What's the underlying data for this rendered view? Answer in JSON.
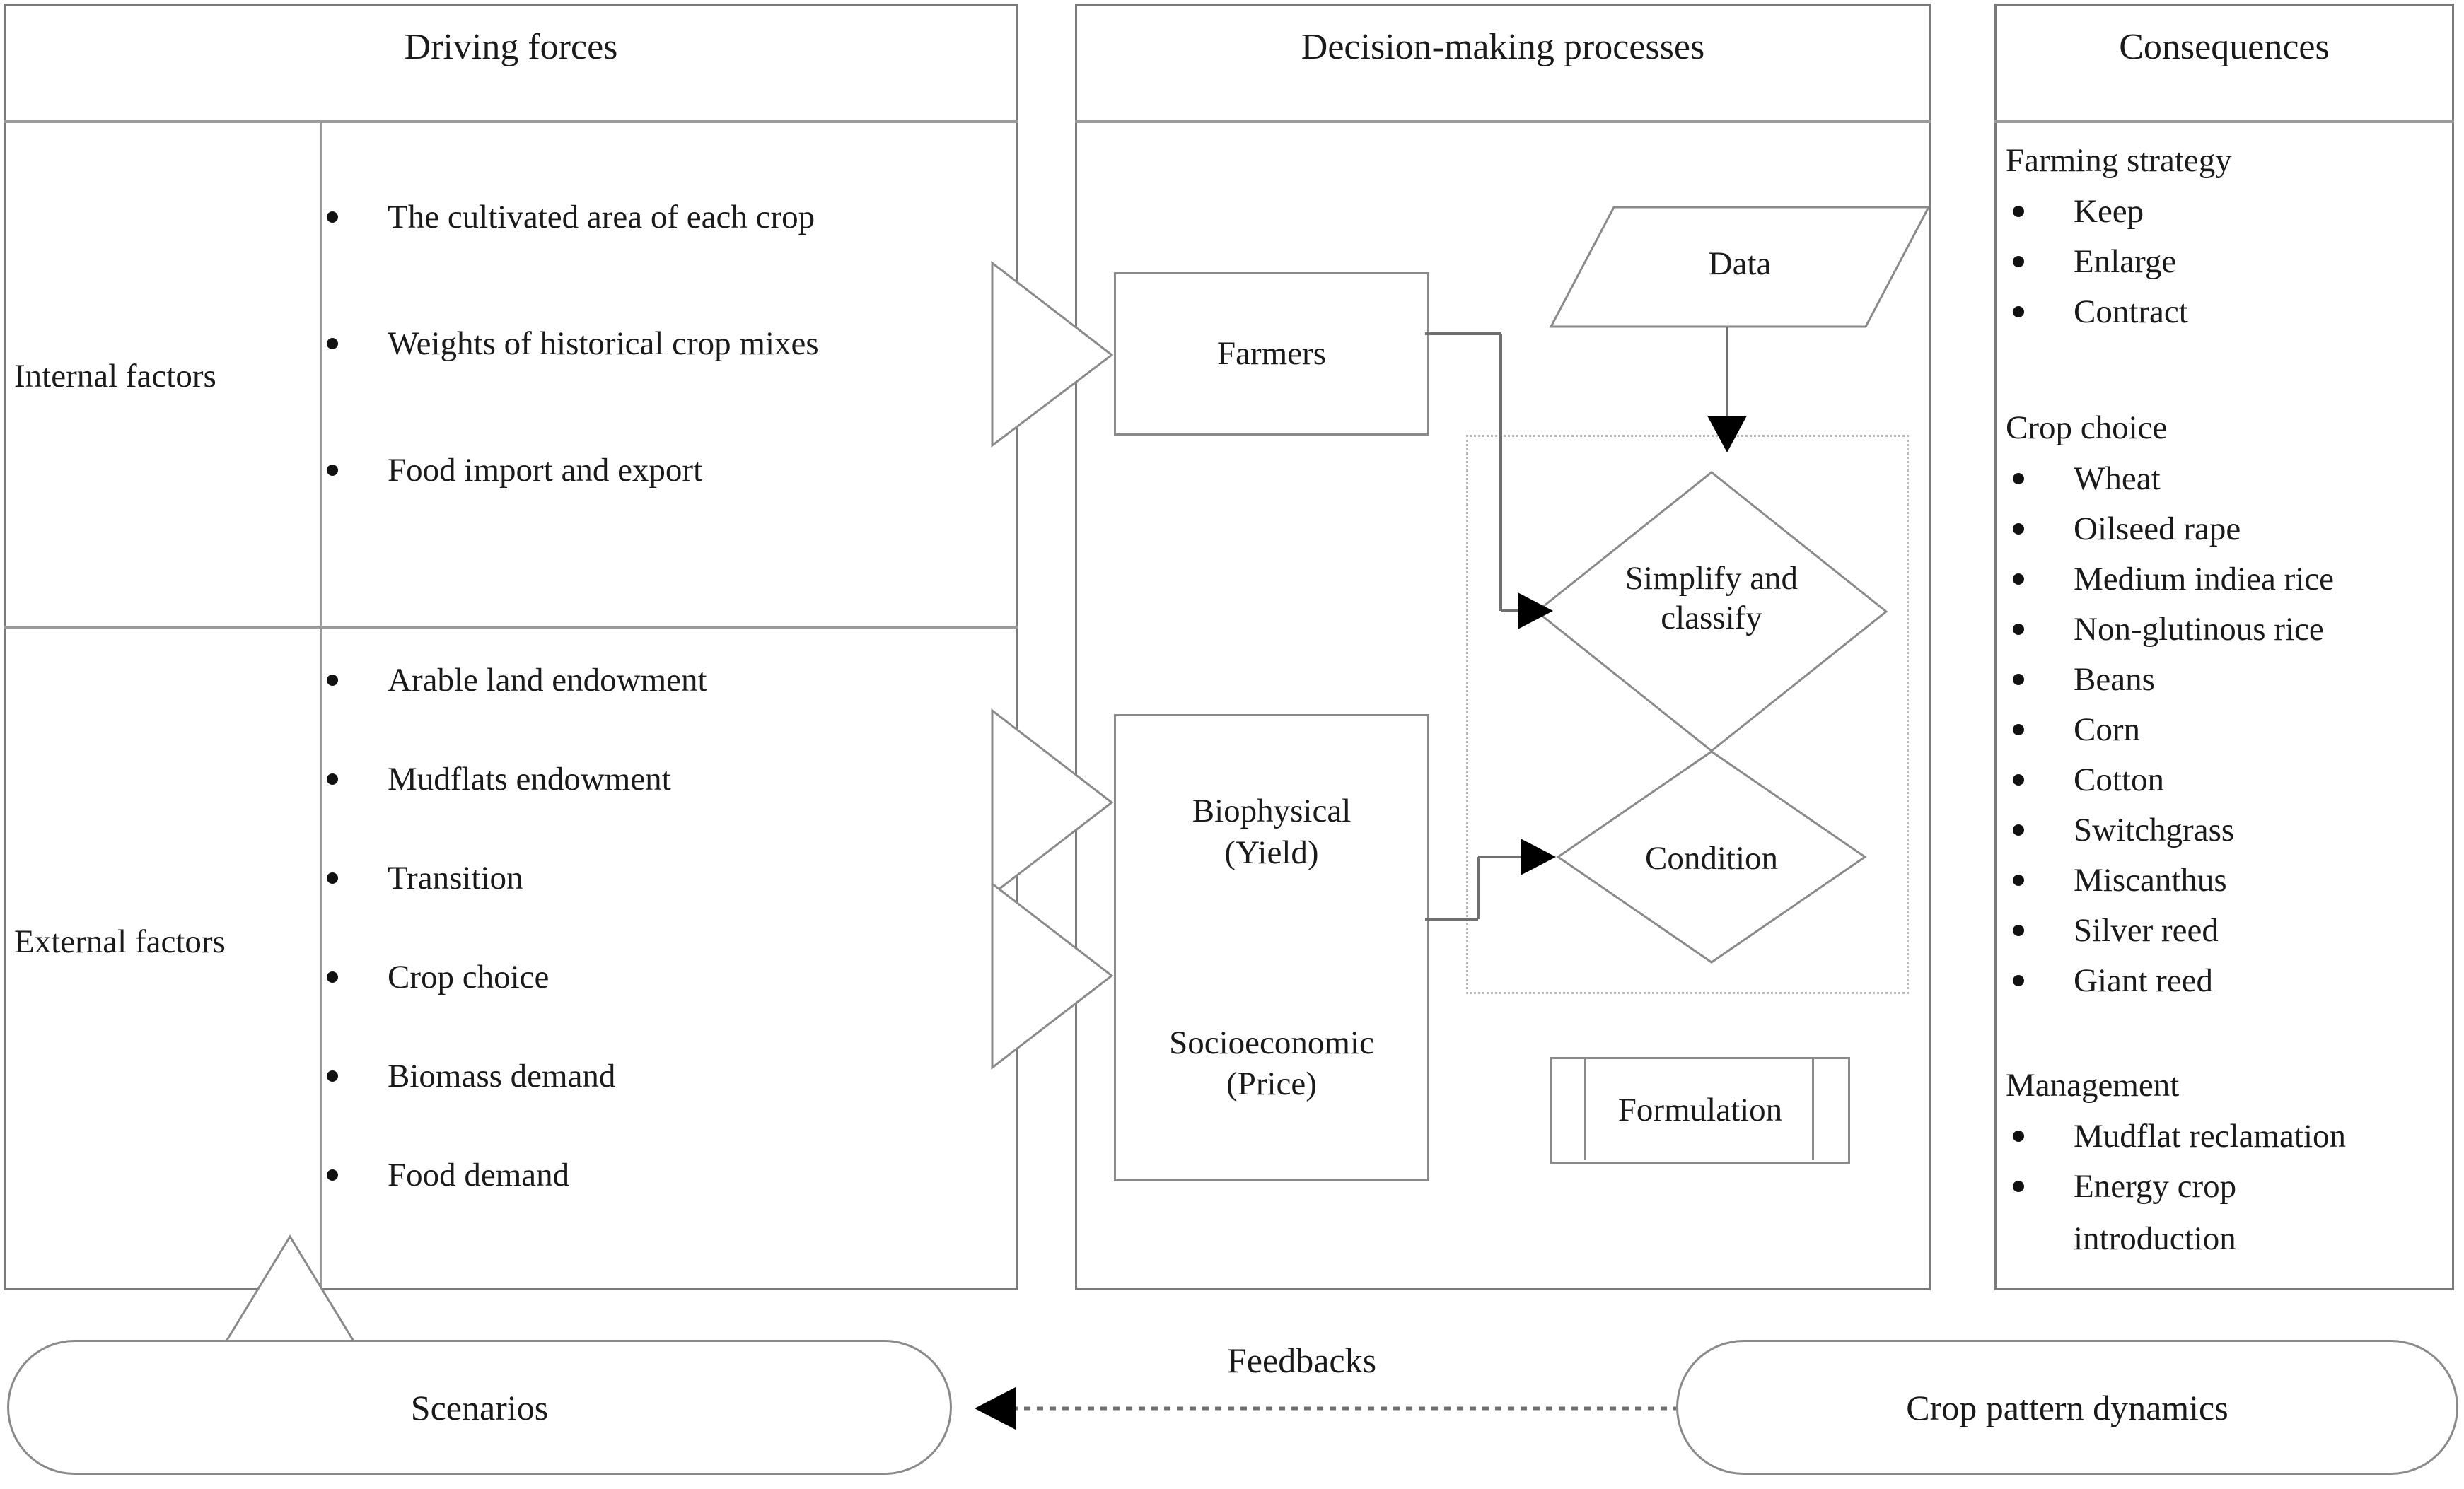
{
  "columns": {
    "driving_forces": {
      "title": "Driving forces",
      "rows": [
        {
          "label": "Internal factors",
          "items": [
            "The cultivated area of each crop",
            "Weights of historical crop mixes",
            "Food import and export"
          ]
        },
        {
          "label": "External factors",
          "items": [
            "Arable land endowment",
            "Mudflats endowment",
            "Transition",
            "Crop choice",
            "Biomass demand",
            "Food demand"
          ]
        }
      ]
    },
    "decision_processes": {
      "title": "Decision-making processes",
      "nodes": {
        "farmers": "Farmers",
        "biophysical_line1": "Biophysical",
        "biophysical_line2": "(Yield)",
        "socioeconomic_line1": "Socioeconomic",
        "socioeconomic_line2": "(Price)",
        "data": "Data",
        "simplify_line1": "Simplify and",
        "simplify_line2": "classify",
        "condition": "Condition",
        "formulation": "Formulation"
      }
    },
    "consequences": {
      "title": "Consequences",
      "groups": [
        {
          "heading": "Farming strategy",
          "items": [
            "Keep",
            "Enlarge",
            "Contract"
          ]
        },
        {
          "heading": "Crop choice",
          "items": [
            "Wheat",
            "Oilseed rape",
            "Medium indiea rice",
            "Non-glutinous rice",
            "Beans",
            "Corn",
            "Cotton",
            "Switchgrass",
            "Miscanthus",
            "Silver reed",
            "Giant reed"
          ]
        },
        {
          "heading": "Management",
          "items": [
            "Mudflat reclamation",
            "Energy crop",
            "introduction"
          ]
        }
      ]
    }
  },
  "footer": {
    "scenarios": "Scenarios",
    "feedbacks": "Feedbacks",
    "crop_pattern_dynamics": "Crop pattern dynamics"
  },
  "colors": {
    "panel_border": "#7a7a7a",
    "shape_border": "#8a8a8a",
    "dotted_border": "#b9b9b9",
    "text": "#1a1a1a",
    "arrow_fill": "#000000"
  }
}
